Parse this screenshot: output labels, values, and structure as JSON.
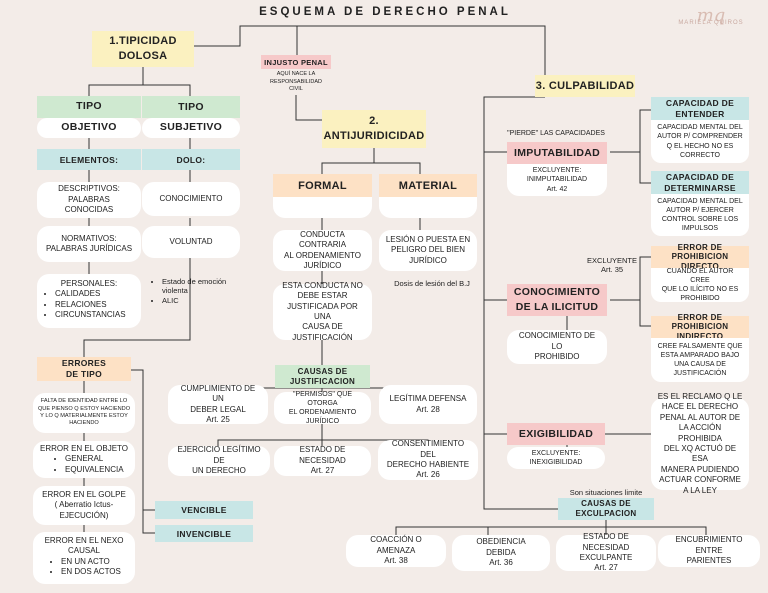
{
  "title": "ESQUEMA DE DERECHO PENAL",
  "signature": {
    "mark": "mq",
    "name": "MARIELA QUIROS"
  },
  "tipicidad": {
    "l1": "1.TIPICIDAD",
    "l2": "DOLOSA",
    "objetivo": {
      "l1": "TIPO",
      "l2": "OBJETIVO"
    },
    "subjetivo": {
      "l1": "TIPO",
      "l2": "SUBJETIVO"
    },
    "elementos": "ELEMENTOS:",
    "dolo": "DOLO:",
    "descriptivos": {
      "l1": "DESCRIPTIVOS:",
      "l2": "PALABRAS CONOCIDAS"
    },
    "normativos": {
      "l1": "NORMATIVOS:",
      "l2": "PALABRAS JURÍDICAS"
    },
    "personales": {
      "head": "PERSONALES:",
      "items": [
        "CALIDADES",
        "RELACIONES",
        "CIRCUNSTANCIAS"
      ]
    },
    "conocimiento": "CONOCIMIENTO",
    "voluntad": "VOLUNTAD",
    "estado": {
      "items": [
        "Estado de emoción violenta",
        "ALIC"
      ]
    },
    "errores": {
      "l1": "ERRORES",
      "l2": "DE TIPO"
    },
    "falta": {
      "l1": "FALTA DE IDENTIDAD ENTRE LO",
      "l2": "QUE PIENSO Q ESTOY HACIENDO",
      "l3": "Y LO Q MATERIALMENTE ESTOY",
      "l4": "HACIENDO"
    },
    "objeto": {
      "head": "ERROR EN EL OBJETO",
      "items": [
        "GENERAL",
        "EQUIVALENCIA"
      ]
    },
    "golpe": {
      "l1": "ERROR EN EL GOLPE",
      "l2": "( Aberratio Ictus-",
      "l3": "EJECUCIÓN)"
    },
    "nexo": {
      "l1": "ERROR EN EL NEXO",
      "l2": "CAUSAL",
      "items": [
        "EN UN ACTO",
        "EN DOS ACTOS"
      ]
    },
    "vencible": "VENCIBLE",
    "invencible": "INVENCIBLE"
  },
  "injusto": {
    "head": "INJUSTO PENAL",
    "l1": "AQUÍ NACE LA",
    "l2": "RESPONSABILIDAD",
    "l3": "CIVIL"
  },
  "antijuridicidad": {
    "l1": "2.",
    "l2": "ANTIJURIDICIDAD",
    "formal": "FORMAL",
    "material": "MATERIAL",
    "conducta": {
      "l1": "CONDUCTA CONTRARIA",
      "l2": "AL ORDENAMIENTO",
      "l3": "JURÍDICO"
    },
    "esta": {
      "l1": "ESTA CONDUCTA NO",
      "l2": "DEBE ESTAR",
      "l3": "JUSTIFICADA POR UNA",
      "l4": "CAUSA DE",
      "l5": "JUSTIFICACIÓN"
    },
    "lesion": {
      "l1": "LESIÓN O PUESTA EN",
      "l2": "PELIGRO DEL BIEN",
      "l3": "JURÍDICO"
    },
    "dosis": "Dosis de lesión del B.J",
    "causas": {
      "l1": "CAUSAS DE",
      "l2": "JUSTIFICACION"
    },
    "cumplimiento": {
      "l1": "CUMPLIMIENTO DE UN",
      "l2": "DEBER LEGAL",
      "l3": "Art. 25"
    },
    "permisos": {
      "l1": "\"PERMISOS\" QUE OTORGA",
      "l2": "EL ORDENAMIENTO",
      "l3": "JURÍDICO"
    },
    "legitima": {
      "l1": "LEGÍTIMA DEFENSA",
      "l2": "Art. 28"
    },
    "ejercicio": {
      "l1": "EJERCICIO LEGÍTIMO DE",
      "l2": "UN DERECHO"
    },
    "necesidad": {
      "l1": "ESTADO DE NECESIDAD",
      "l2": "Art. 27"
    },
    "consentimiento": {
      "l1": "CONSENTIMIENTO DEL",
      "l2": "DERECHO HABIENTE",
      "l3": "Art. 26"
    }
  },
  "culpabilidad": {
    "title": "3. CULPABILIDAD",
    "pierde": "\"PIERDE\" LAS CAPACIDADES",
    "imputabilidad": "IMPUTABILIDAD",
    "excl_inimp": {
      "l1": "EXCLUYENTE:",
      "l2": "INIMPUTABILIDAD",
      "l3": "Art. 42"
    },
    "cap_entender": {
      "l1": "CAPACIDAD DE",
      "l2": "ENTENDER"
    },
    "cap_entender_desc": {
      "l1": "CAPACIDAD MENTAL DEL",
      "l2": "AUTOR P/ COMPRENDER",
      "l3": "Q EL HECHO NO ES",
      "l4": "CORRECTO"
    },
    "cap_determinarse": {
      "l1": "CAPACIDAD DE",
      "l2": "DETERMINARSE"
    },
    "cap_determinarse_desc": {
      "l1": "CAPACIDAD MENTAL DEL",
      "l2": "AUTOR P/ EJERCER",
      "l3": "CONTROL SOBRE LOS",
      "l4": "IMPULSOS"
    },
    "excl35": {
      "l1": "EXCLUYENTE",
      "l2": "Art. 35"
    },
    "conocimiento": {
      "l1": "CONOCIMIENTO",
      "l2": "DE LA ILICITUD"
    },
    "conocimiento_desc": {
      "l1": "CONOCIMIENTO DE LO",
      "l2": "PROHIBIDO"
    },
    "error_directo": {
      "l1": "ERROR DE PROHIBICION",
      "l2": "DIRECTO"
    },
    "error_directo_desc": {
      "l1": "CUANDO EL AUTOR CREE",
      "l2": "QUE LO ILÍCITO NO ES",
      "l3": "PROHIBIDO"
    },
    "error_indirecto": {
      "l1": "ERROR DE PROHIBICION",
      "l2": "INDIRECTO"
    },
    "error_indirecto_desc": {
      "l1": "CREE FALSAMENTE QUE",
      "l2": "ESTA AMPARADO BAJO",
      "l3": "UNA CAUSA DE",
      "l4": "JUSTIFICACIÓN"
    },
    "exigibilidad": "EXIGIBILIDAD",
    "excl_inexig": {
      "l1": "EXCLUYENTE:",
      "l2": "INEXIGIBILIDAD"
    },
    "reclamo": {
      "l1": "ES EL RECLAMO Q LE",
      "l2": "HACE EL DERECHO",
      "l3": "PENAL AL AUTOR DE",
      "l4": "LA ACCIÓN PROHIBIDA",
      "l5": "DEL XQ ACTUÓ DE ESA",
      "l6": "MANERA PUDIENDO",
      "l7": "ACTUAR CONFORME",
      "l8": "A LA LEY"
    },
    "limite": "Son situaciones limite",
    "exculpacion": {
      "l1": "CAUSAS DE",
      "l2": "EXCULPACION"
    },
    "coaccion": {
      "l1": "COACCIÓN O AMENAZA",
      "l2": "Art. 38"
    },
    "obediencia": {
      "l1": "OBEDIENCIA",
      "l2": "DEBIDA",
      "l3": "Art. 36"
    },
    "necesidad_exc": {
      "l1": "ESTADO DE NECESIDAD",
      "l2": "EXCULPANTE",
      "l3": "Art. 27"
    },
    "encubrimiento": {
      "l1": "ENCUBRIMIENTO ENTRE",
      "l2": "PARIENTES"
    }
  }
}
